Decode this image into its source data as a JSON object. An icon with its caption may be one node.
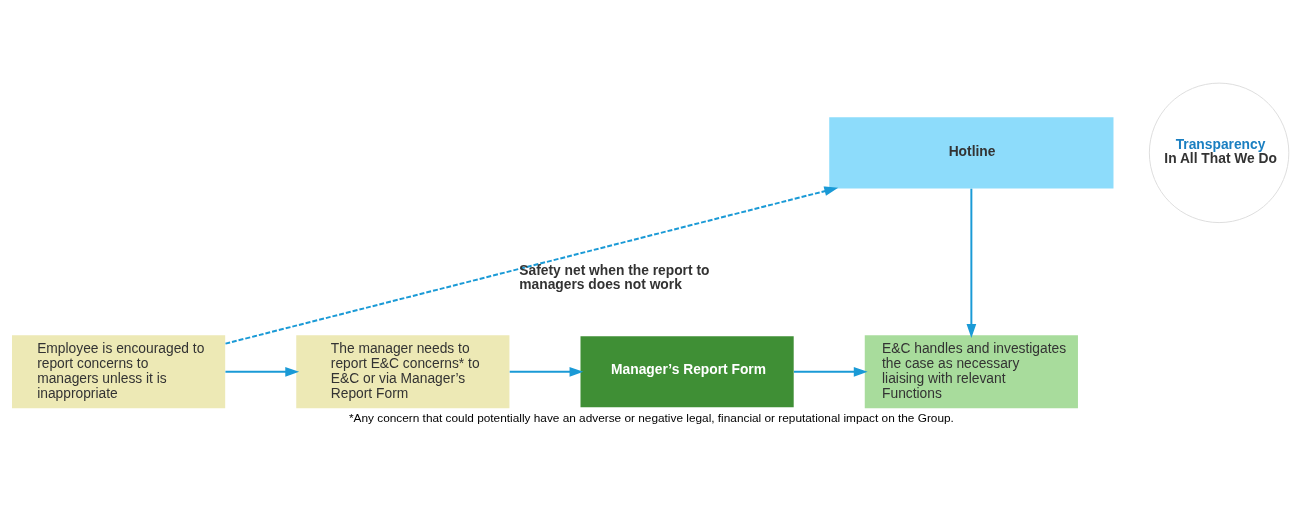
{
  "diagram": {
    "caption": "*Any concern that could potentially have an adverse or negative legal, financial or reputational impact on the Group.",
    "nodes": [
      {
        "text": [
          "Hotline"
        ]
      },
      {
        "text": [
          "Transparency",
          "In All That We Do"
        ]
      },
      {
        "text": [
          "Employee is encouraged to report concerns to managers unless it is inappropriate"
        ]
      },
      {
        "text": [
          "The manager needs to report E&C concerns* to E&C or via Manager’s Report Form"
        ]
      },
      {
        "text": [
          "Manager’s Report Form"
        ]
      },
      {
        "text": [
          "E&C handles and investigates the case as necessary liaising with relevant Functions"
        ]
      }
    ],
    "edges": [
      {
        "from": 2,
        "to": 0,
        "arrow": "to",
        "style": "dashed",
        "label": "Safety net when the report to managers does not work"
      },
      {
        "from": 0,
        "to": 5,
        "arrow": "to"
      },
      {
        "from": 2,
        "to": 3,
        "arrow": "to"
      },
      {
        "from": 3,
        "to": 4,
        "arrow": "to"
      },
      {
        "from": 4,
        "to": 5,
        "arrow": "to"
      }
    ]
  }
}
